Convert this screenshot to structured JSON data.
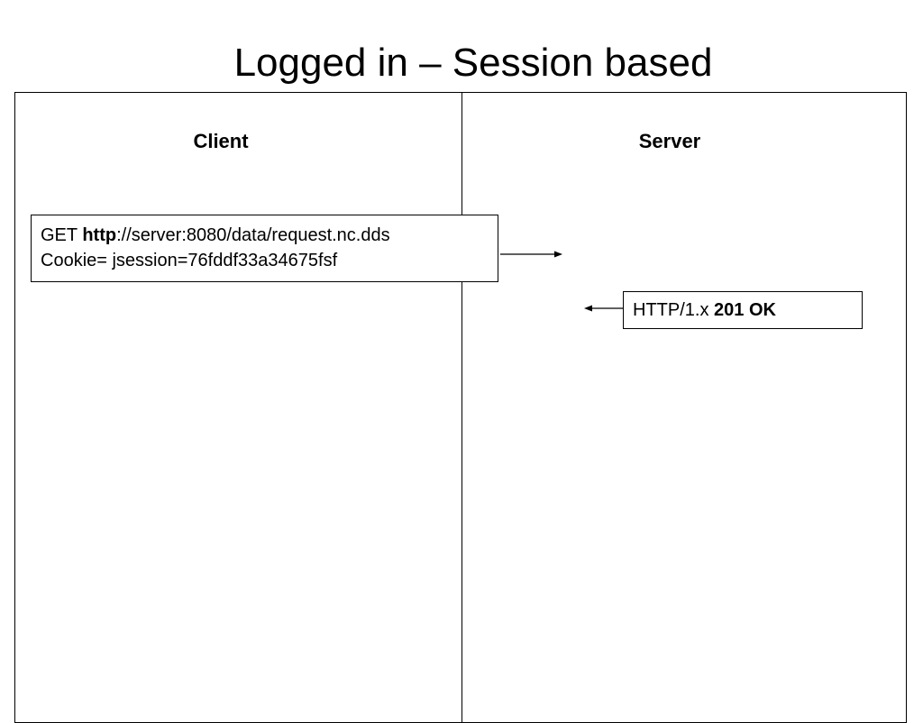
{
  "slide": {
    "title": "Logged in – Session based"
  },
  "columns": {
    "client": "Client",
    "server": "Server"
  },
  "request": {
    "method": "GET",
    "scheme": "http",
    "url_rest": "://server:8080/data/request.nc.dds",
    "cookie": "Cookie= jsession=76fddf33a34675fsf"
  },
  "response": {
    "protocol": "HTTP/1.x",
    "status": "201 OK"
  }
}
